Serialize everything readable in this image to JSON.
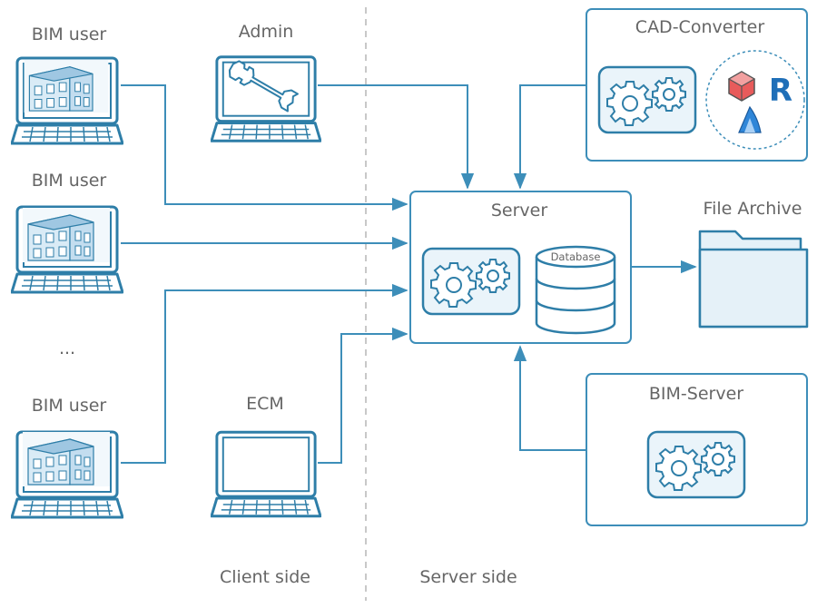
{
  "labels": {
    "bim_user_1": "BIM user",
    "bim_user_2": "BIM user",
    "ellipsis": "...",
    "bim_user_3": "BIM user",
    "admin": "Admin",
    "ecm": "ECM",
    "client_side": "Client side",
    "server_side": "Server side",
    "server": "Server",
    "database": "Database",
    "cad_converter": "CAD-Converter",
    "file_archive": "File Archive",
    "bim_server": "BIM-Server",
    "revit_letter": "R"
  },
  "colors": {
    "line": "#3d8eb9",
    "stroke": "#2e7ea8",
    "text": "#666666",
    "fill_light": "#eaf4fa",
    "fill_folder": "#e5f1f8",
    "divider": "#b5b5b5"
  },
  "icons": {
    "laptop": "laptop-icon",
    "gear": "gears-icon",
    "wrench": "wrench-icon",
    "database": "database-icon",
    "folder": "folder-icon"
  }
}
